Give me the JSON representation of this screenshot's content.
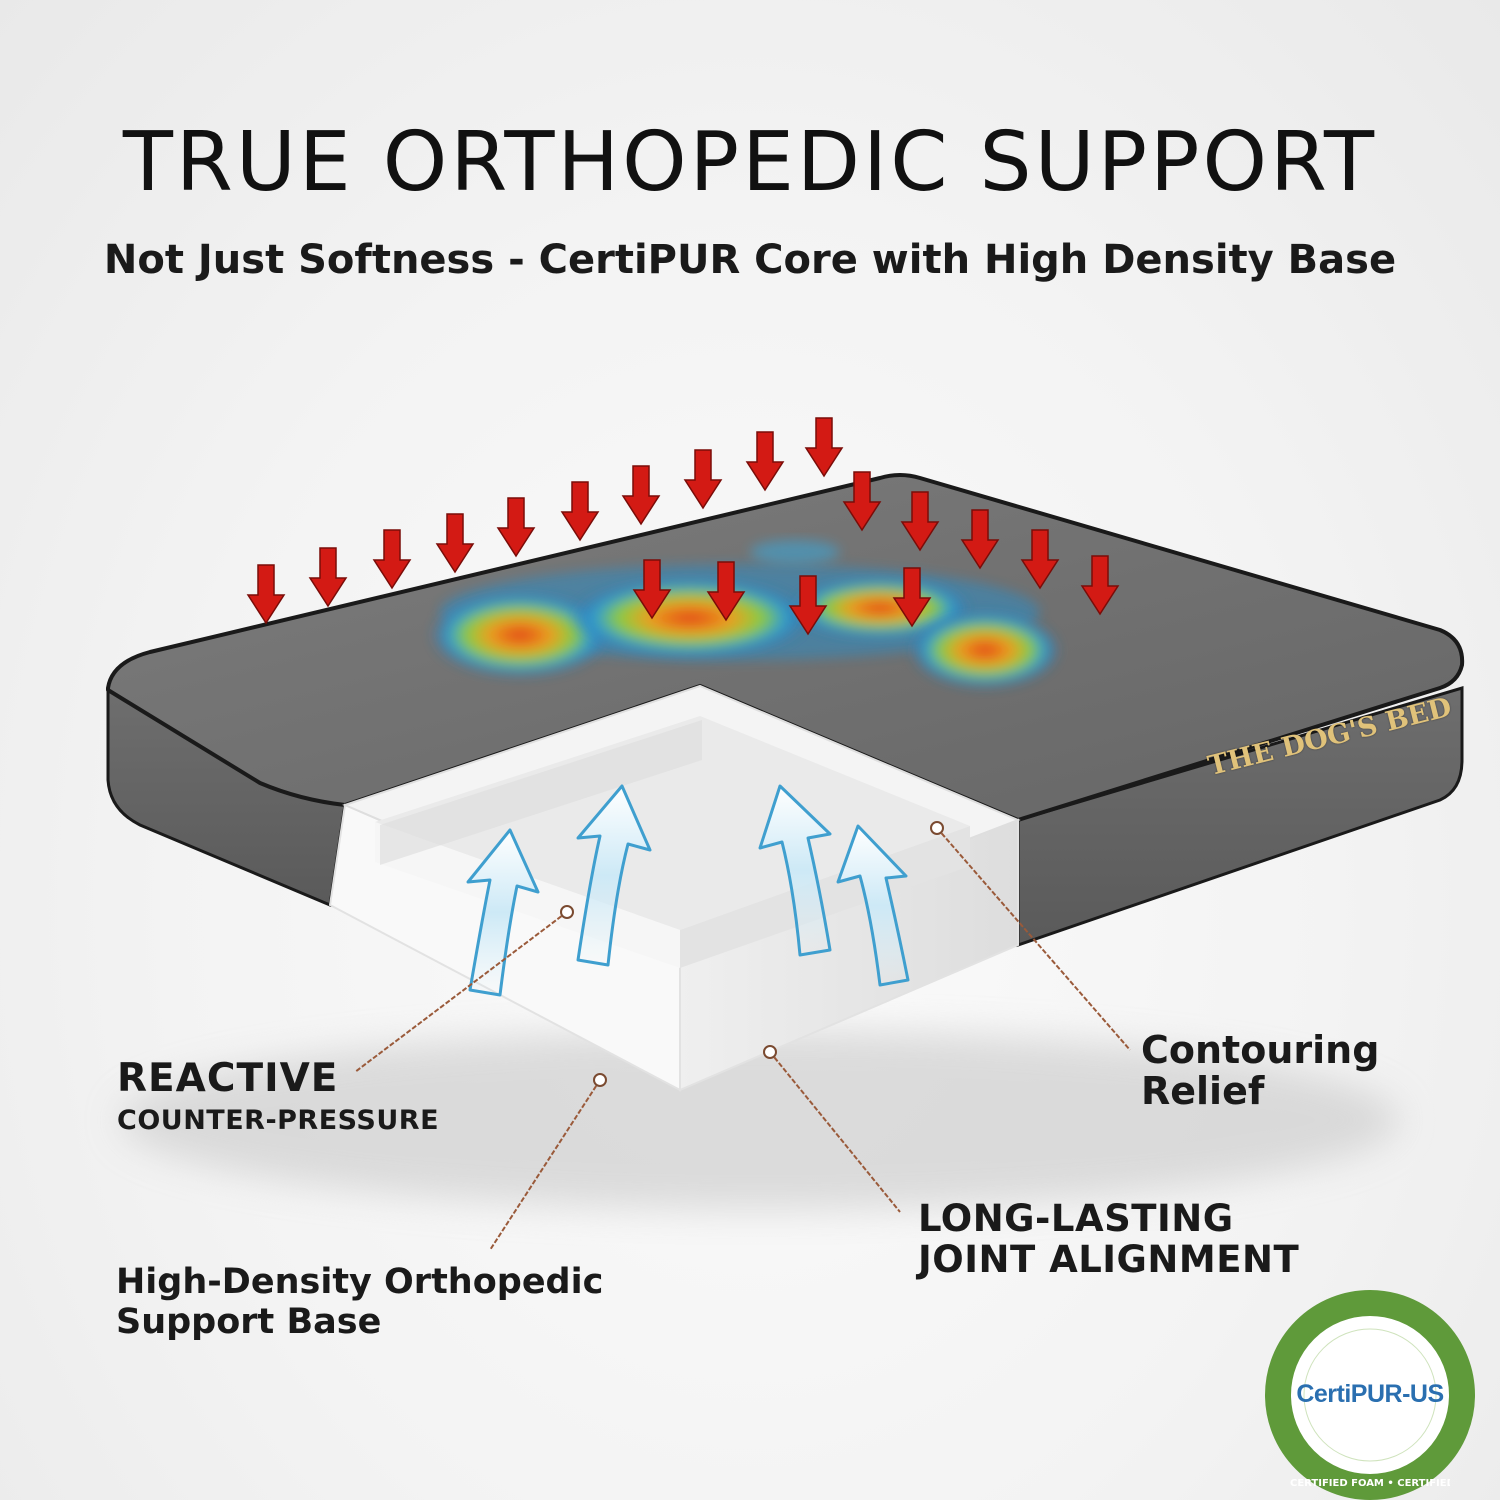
{
  "header": {
    "title": "TRUE ORTHOPEDIC SUPPORT",
    "subtitle": "Not Just Softness - CertiPUR Core with High Density Base"
  },
  "brand_mark": "THE DOG'S BED",
  "callouts": {
    "reactive": {
      "line1": "REACTIVE",
      "line2": "COUNTER-PRESSURE"
    },
    "contouring": {
      "line1": "Contouring",
      "line2": "Relief"
    },
    "long_lasting": {
      "line1": "LONG-LASTING",
      "line2": "JOINT ALIGNMENT"
    },
    "high_density": {
      "line1": "High-Density Orthopedic",
      "line2": "Support Base"
    }
  },
  "badge": {
    "center_text": "CertiPUR-US",
    "ring_text": "CERTIFIED FOAM • CERTIFIED FOAM • CERTIFIED"
  },
  "icons": {
    "pressure_arrows": "down-arrow-icon",
    "support_arrows": "up-curved-arrow-icon"
  },
  "colors": {
    "cover": "#6d6d6d",
    "foam": "#f7f7f7",
    "pressure_arrow": "#d31a14",
    "support_arrow": "#bfe6f7",
    "badge_ring": "#5f9a3a"
  }
}
